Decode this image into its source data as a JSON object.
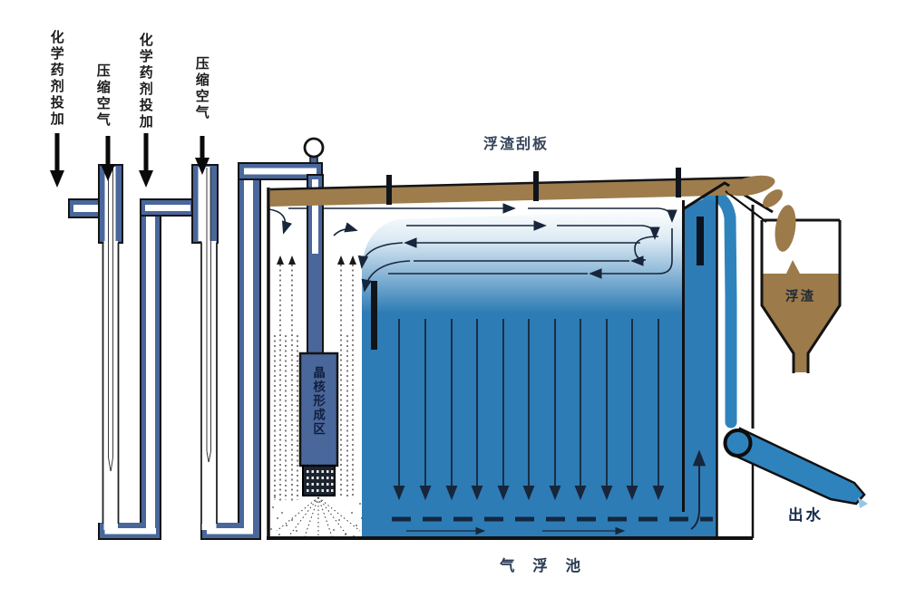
{
  "figure": {
    "caption": "气 浮 池",
    "annotations": {
      "chemical_dosing": "化学药剂投加",
      "compressed_air": "压缩空气",
      "scum_scraper": "浮渣刮板",
      "scum": "浮渣",
      "nucleation_zone": "晶核形成区",
      "effluent": "出水"
    },
    "colors": {
      "water_blue": "#2e7cb5",
      "pipe_steel_blue": "#49679b",
      "scum_brown": "#9e7c4c",
      "stream_blue": "#2f83bd",
      "outline": "#141414",
      "arrow_dark": "#17263b"
    }
  }
}
